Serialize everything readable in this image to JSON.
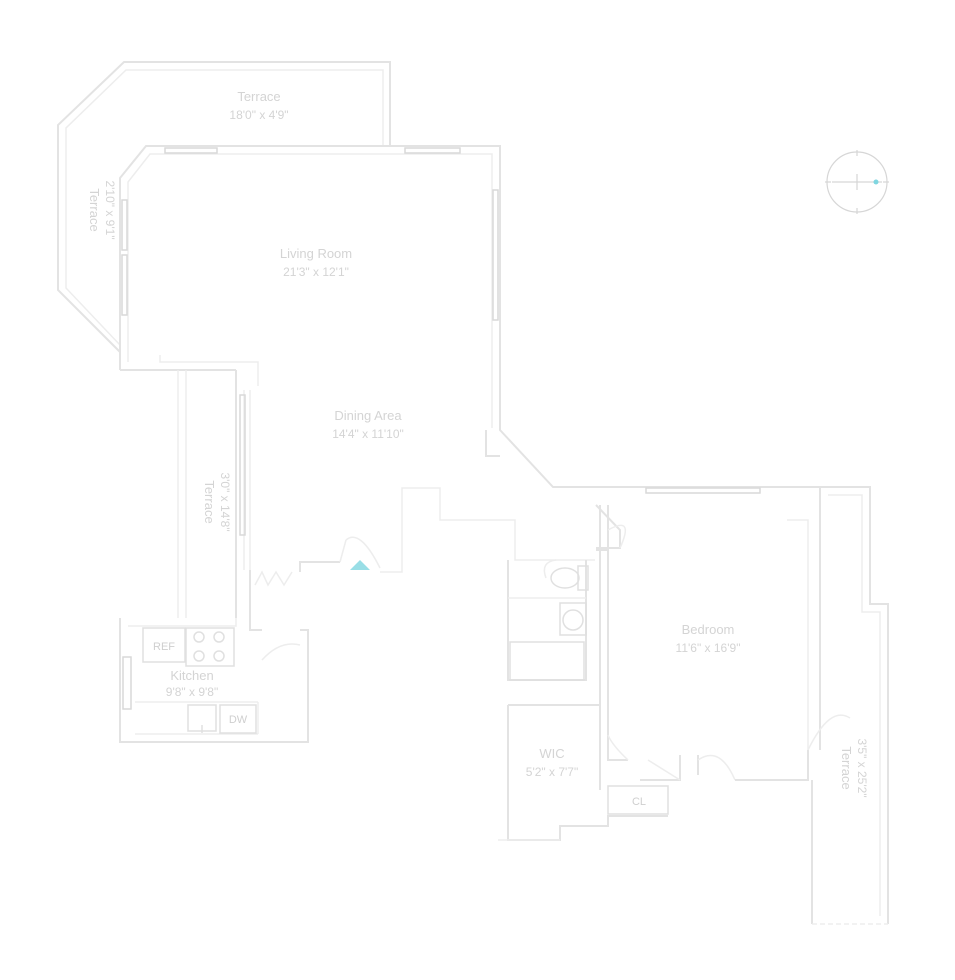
{
  "rooms": {
    "terrace_top": {
      "name": "Terrace",
      "dims": "18'0\" x 4'9\""
    },
    "terrace_left": {
      "name": "Terrace",
      "dims": "2'10\" x 9'1\""
    },
    "living_room": {
      "name": "Living Room",
      "dims": "21'3\" x 12'1\""
    },
    "dining_area": {
      "name": "Dining Area",
      "dims": "14'4\" x 11'10\""
    },
    "terrace_mid": {
      "name": "Terrace",
      "dims": "3'0\" x 14'8\""
    },
    "kitchen": {
      "name": "Kitchen",
      "dims": "9'8\" x 9'8\""
    },
    "bedroom": {
      "name": "Bedroom",
      "dims": "11'6\" x 16'9\""
    },
    "wic": {
      "name": "WIC",
      "dims": "5'2\" x 7'7\""
    },
    "terrace_right": {
      "name": "Terrace",
      "dims": "3'5\" x 25'2\""
    }
  },
  "fixtures": {
    "ref": "REF",
    "dw": "DW",
    "cl": "CL"
  },
  "colors": {
    "walls": "#e3e3e3",
    "entry_marker": "#7fd6e0",
    "labels": "#d4d4d4"
  }
}
